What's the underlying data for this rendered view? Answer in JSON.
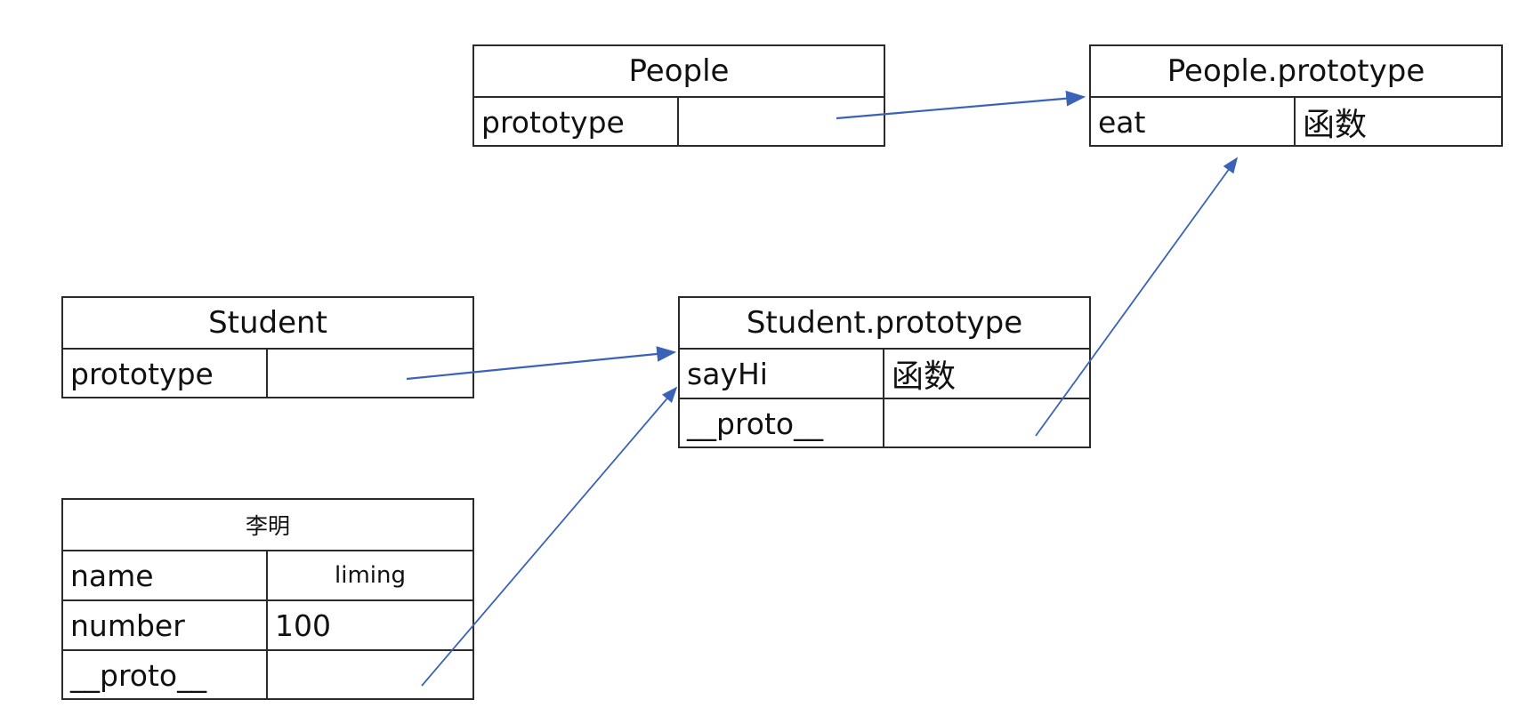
{
  "colors": {
    "border": "#2a2a2a",
    "arrow": "#3a63b8"
  },
  "people": {
    "title": "People",
    "rows": [
      {
        "key": "prototype",
        "value": ""
      }
    ]
  },
  "people_prototype": {
    "title": "People.prototype",
    "rows": [
      {
        "key": "eat",
        "value": "函数"
      }
    ]
  },
  "student": {
    "title": "Student",
    "rows": [
      {
        "key": "prototype",
        "value": ""
      }
    ]
  },
  "student_prototype": {
    "title": "Student.prototype",
    "rows": [
      {
        "key": "sayHi",
        "value": "函数"
      },
      {
        "key": "__proto__",
        "value": ""
      }
    ]
  },
  "instance": {
    "title": "李明",
    "rows": [
      {
        "key": "name",
        "value": "liming"
      },
      {
        "key": "number",
        "value": "100"
      },
      {
        "key": "__proto__",
        "value": ""
      }
    ]
  },
  "arrows": [
    {
      "from": "people.prototype",
      "to": "people_prototype"
    },
    {
      "from": "student.prototype",
      "to": "student_prototype"
    },
    {
      "from": "instance.__proto__",
      "to": "student_prototype"
    },
    {
      "from": "student_prototype.__proto__",
      "to": "people_prototype"
    }
  ]
}
